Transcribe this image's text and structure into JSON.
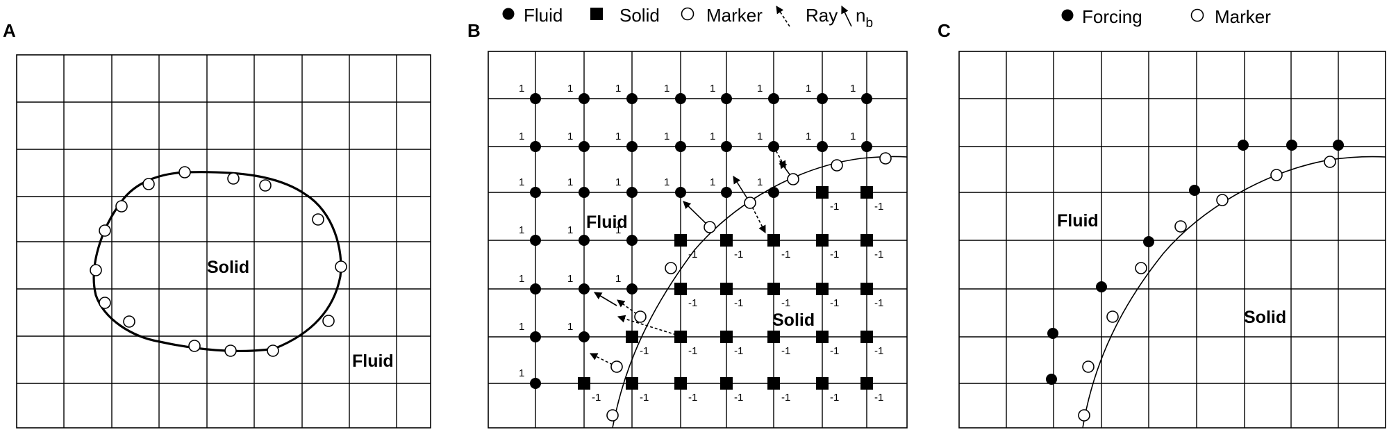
{
  "panels": {
    "a": {
      "letter": "A",
      "solid_label": "Solid",
      "fluid_label": "Fluid"
    },
    "b": {
      "letter": "B",
      "fluid_label": "Fluid",
      "solid_label": "Solid",
      "fluid_value": "1",
      "solid_value": "-1",
      "legend": {
        "fluid": "Fluid",
        "solid": "Solid",
        "marker": "Marker",
        "ray": "Ray",
        "normal": "n",
        "normal_subscript": "b"
      }
    },
    "c": {
      "letter": "C",
      "fluid_label": "Fluid",
      "solid_label": "Solid",
      "legend": {
        "forcing": "Forcing",
        "marker": "Marker"
      }
    }
  },
  "colors": {
    "ink": "#000000",
    "background": "#ffffff"
  },
  "icons": {
    "fluid": "filled-circle",
    "solid": "filled-square",
    "marker": "hollow-circle",
    "forcing": "filled-circle",
    "ray": "dashed-arrow",
    "normal": "solid-arrow"
  }
}
